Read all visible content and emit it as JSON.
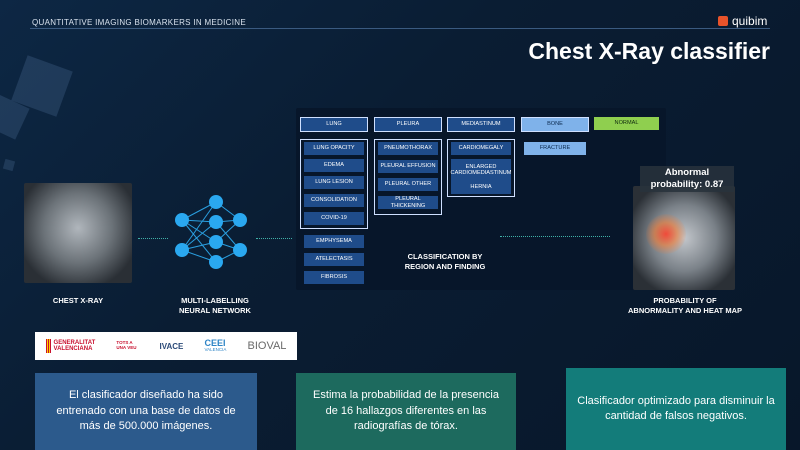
{
  "header": {
    "subtitle": "QUANTITATIVE IMAGING BIOMARKERS IN MEDICINE",
    "logo": "quibim"
  },
  "title": "Chest X-Ray classifier",
  "captions": {
    "input": [
      "CHEST X-RAY"
    ],
    "network": [
      "MULTI-LABELLING",
      "NEURAL NETWORK"
    ],
    "classification": [
      "CLASSIFICATION BY",
      "REGION AND FINDING"
    ],
    "output": [
      "PROBABILITY OF",
      "ABNORMALITY AND HEAT MAP"
    ]
  },
  "result": {
    "line1": "Abnormal",
    "line2": "probability: 0.87"
  },
  "columns": {
    "lung": {
      "header": "LUNG",
      "items": [
        "LUNG OPACITY",
        "EDEMA",
        "LUNG LESION",
        "CONSOLIDATION",
        "COVID-19"
      ],
      "extra": [
        "EMPHYSEMA",
        "ATELECTASIS",
        "FIBROSIS"
      ]
    },
    "pleura": {
      "header": "PLEURA",
      "items": [
        "PNEUMOTHORAX",
        "PLEURAL EFFUSION",
        "PLEURAL OTHER",
        "PLEURAL THICKENING"
      ]
    },
    "mediastinum": {
      "header": "MEDIASTINUM",
      "items": [
        "CARDIOMEGALY",
        "ENLARGED CARDIOMEDIASTINUM",
        "HERNIA"
      ]
    },
    "bone": {
      "header": "BONE",
      "items": [
        "FRACTURE"
      ]
    },
    "normal": {
      "header": "NORMAL"
    }
  },
  "sponsors": {
    "gva1": "GENERALITAT",
    "gva2": "VALENCIANA",
    "tots": "TOTS A UNA VEU",
    "ivace": "IVACE",
    "ceei": "CEEI",
    "ceei_sub": "VALENCIA",
    "bioval": "BIOVAL"
  },
  "cards": [
    {
      "text": "El clasificador diseñado ha sido entrenado con una base de datos de más de 500.000 imágenes.",
      "color": "#2c5a8c"
    },
    {
      "text": "Estima la probabilidad de la presencia de 16 hallazgos diferentes en las radiografías de tórax.",
      "color": "#1d6a5e"
    },
    {
      "text": "Clasificador optimizado para disminuir la cantidad de falsos negativos.",
      "color": "#137c7a"
    }
  ]
}
